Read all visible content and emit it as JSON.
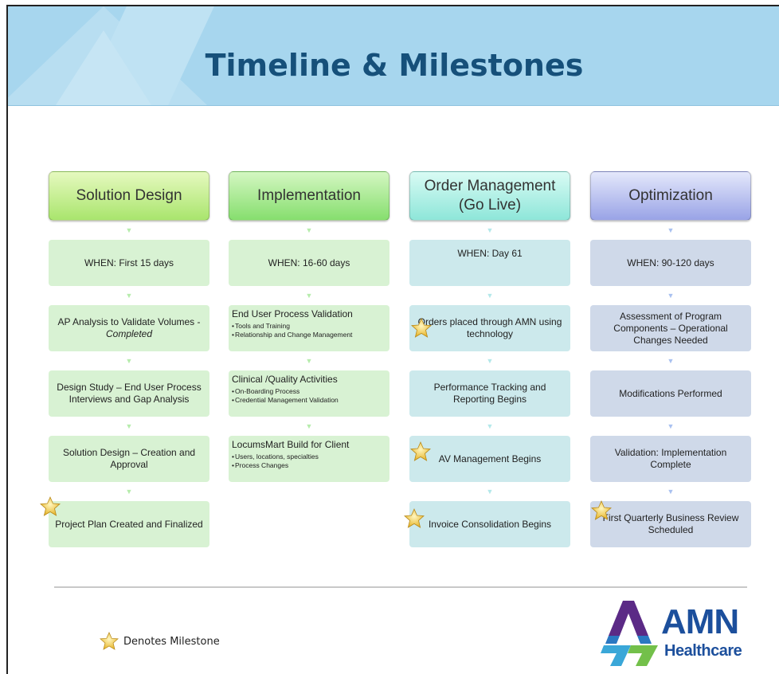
{
  "title": "Timeline & Milestones",
  "columns": [
    {
      "header": "Solution Design",
      "boxes": [
        "WHEN:  First 15 days",
        "AP Analysis to Validate Volumes - ",
        "Design Study – End User Process Interviews and Gap Analysis",
        "Solution Design – Creation and Approval",
        "Project Plan Created and Finalized"
      ],
      "completed_label": "Completed"
    },
    {
      "header": "Implementation",
      "boxes": [
        "WHEN:  16-60 days",
        {
          "main": "End User Process Validation",
          "bullets": [
            "Tools and Training",
            "Relationship and Change Management"
          ]
        },
        {
          "main": "Clinical /Quality Activities",
          "bullets": [
            "On-Boarding Process",
            "Credential Management Validation"
          ]
        },
        {
          "main": "LocumsMart Build for Client",
          "bullets": [
            "Users, locations, specialties",
            "Process Changes"
          ]
        }
      ]
    },
    {
      "header": "Order Management (Go Live)",
      "boxes": [
        "WHEN:  Day 61",
        "Orders placed through AMN using technology",
        "Performance Tracking and Reporting Begins",
        "AV Management Begins",
        "Invoice Consolidation Begins"
      ]
    },
    {
      "header": "Optimization",
      "boxes": [
        "WHEN:  90-120 days",
        "Assessment of Program Components – Operational Changes Needed",
        "Modifications Performed",
        "Validation:  Implementation Complete",
        "First Quarterly Business Review Scheduled"
      ]
    }
  ],
  "legend": {
    "label": "Denotes Milestone",
    "icon": "star-icon"
  },
  "logo": {
    "brand": "AMN",
    "sub": "Healthcare"
  },
  "colors": {
    "title": "#16507a",
    "header_bg": "#a7d6ee",
    "logo": "#1c4f9c"
  }
}
